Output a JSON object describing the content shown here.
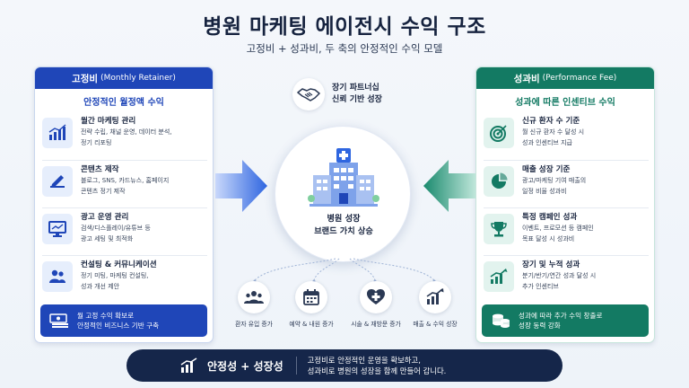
{
  "title": "병원 마케팅 에이전시 수익 구조",
  "subtitle": "고정비 + 성과비, 두 축의 안정적인 수익 모델",
  "left_panel": {
    "title": "고정비",
    "title_en": "(Monthly Retainer)",
    "subtitle": "안정적인 월정액 수익",
    "items": [
      {
        "icon": "chart-bars-icon",
        "title": "월간 마케팅 관리",
        "desc1": "전략 수립, 채널 운영, 데이터 분석,",
        "desc2": "정기 리포팅"
      },
      {
        "icon": "pen-icon",
        "title": "콘텐츠 제작",
        "desc1": "블로그, SNS, 카드뉴스, 홈페이지",
        "desc2": "콘텐츠 정기 제작"
      },
      {
        "icon": "monitor-icon",
        "title": "광고 운영 관리",
        "desc1": "검색/디스플레이/유튜브 등",
        "desc2": "광고 세팅 및 최적화"
      },
      {
        "icon": "people-icon",
        "title": "컨설팅 & 커뮤니케이션",
        "desc1": "정기 미팅, 마케팅 컨설팅,",
        "desc2": "성과 개선 제안"
      }
    ],
    "footer_icon": "money-stack-icon",
    "footer_line1": "월 고정 수익 확보로",
    "footer_line2": "안정적인 비즈니스 기반 구축"
  },
  "right_panel": {
    "title": "성과비",
    "title_en": "(Performance Fee)",
    "subtitle": "성과에 따른 인센티브 수익",
    "items": [
      {
        "icon": "target-icon",
        "title": "신규 환자 수 기준",
        "desc1": "월 신규 환자 수 달성 시",
        "desc2": "성과 인센티브 지급"
      },
      {
        "icon": "pie-chart-icon",
        "title": "매출 성장 기준",
        "desc1": "광고/마케팅 기여 매출의",
        "desc2": "일정 비율 성과비"
      },
      {
        "icon": "trophy-icon",
        "title": "특정 캠페인 성과",
        "desc1": "이벤트, 프로모션 등 캠페인",
        "desc2": "목표 달성 시 성과비"
      },
      {
        "icon": "growth-chart-icon",
        "title": "장기 및 누적 성과",
        "desc1": "분기/반기/연간 성과 달성 시",
        "desc2": "추가 인센티브"
      }
    ],
    "footer_icon": "coins-icon",
    "footer_line1": "성과에 따라 추가 수익 창출로",
    "footer_line2": "성장 동력 강화"
  },
  "center": {
    "partner_line1": "장기 파트너십",
    "partner_line2": "신뢰 기반 성장",
    "hub_line1": "병원 성장",
    "hub_line2": "브랜드 가치 상승",
    "outcomes": [
      {
        "icon": "patients-icon",
        "label": "환자 유입 증가"
      },
      {
        "icon": "calendar-icon",
        "label": "예약 & 내원 증가"
      },
      {
        "icon": "heart-plus-icon",
        "label": "시술 & 재방문 증가"
      },
      {
        "icon": "revenue-chart-icon",
        "label": "매출 & 수익 성장"
      }
    ]
  },
  "bottom": {
    "title": "안정성 + 성장성",
    "line1": "고정비로 안정적인 운영을 확보하고,",
    "line2": "성과비로 병원의 성장을 함께 만들어 갑니다."
  },
  "colors": {
    "blue": "#1f46b8",
    "green": "#137a63",
    "navy": "#15264a"
  }
}
